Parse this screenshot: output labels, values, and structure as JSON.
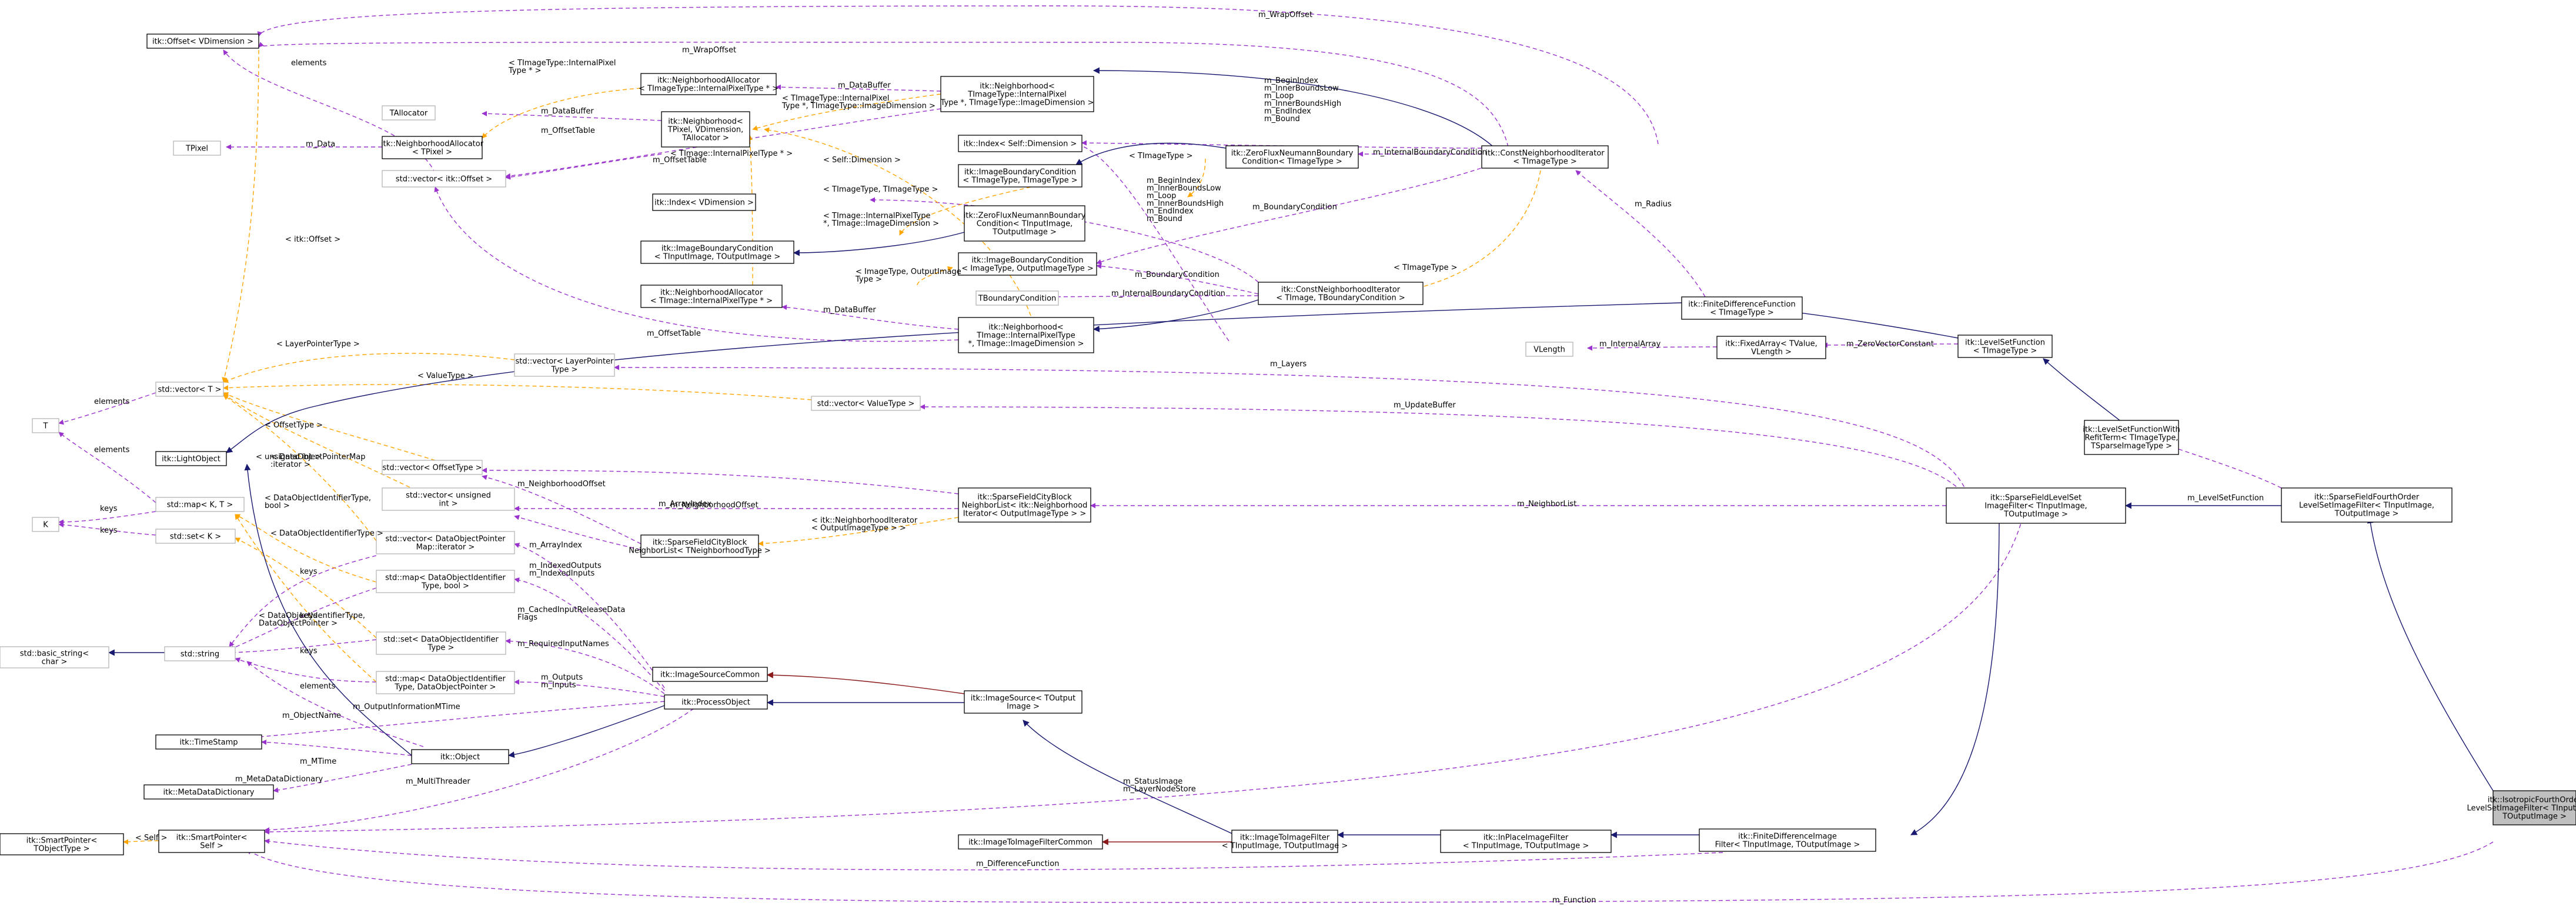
{
  "colors": {
    "uses": "#9a32cd",
    "template": "#ffa500",
    "inherit": "#191970",
    "inherit_private": "#8b1a1a",
    "highlight_fill": "#bfbfbf",
    "ghost_border": "#b5b5b5"
  },
  "nodes": [
    {
      "id": "offsetVDim",
      "lines": [
        "itk::Offset< VDimension >"
      ],
      "style": "normal"
    },
    {
      "id": "tallocator",
      "lines": [
        "TAllocator"
      ],
      "style": "ghost"
    },
    {
      "id": "tpixel",
      "lines": [
        "TPixel"
      ],
      "style": "ghost"
    },
    {
      "id": "neighAllocTPixel",
      "lines": [
        "itk::NeighborhoodAllocator",
        "< TPixel >"
      ],
      "style": "normal"
    },
    {
      "id": "vecOffset",
      "lines": [
        "std::vector< itk::Offset >"
      ],
      "style": "ghost"
    },
    {
      "id": "neighAllocPtr",
      "lines": [
        "itk::NeighborhoodAllocator",
        "< TImageType::InternalPixelType * >"
      ],
      "style": "normal"
    },
    {
      "id": "neighTPixel",
      "lines": [
        "itk::Neighborhood<",
        "TPixel, VDimension,",
        "TAllocator >"
      ],
      "style": "normal"
    },
    {
      "id": "neighImageTop",
      "lines": [
        "itk::Neighborhood<",
        "TImageType::InternalPixel",
        "Type *, TImageType::ImageDimension >"
      ],
      "style": "normal"
    },
    {
      "id": "indexSelfDim",
      "lines": [
        "itk::Index< Self::Dimension >"
      ],
      "style": "normal"
    },
    {
      "id": "indexVDim",
      "lines": [
        "itk::Index< VDimension >"
      ],
      "style": "normal"
    },
    {
      "id": "ibcImageType",
      "lines": [
        "itk::ImageBoundaryCondition",
        "< TImageType, TImageType >"
      ],
      "style": "normal"
    },
    {
      "id": "zfnbcImageType",
      "lines": [
        "itk::ZeroFluxNeumannBoundary",
        "Condition< TImageType >"
      ],
      "style": "normal"
    },
    {
      "id": "constNeighIterImage",
      "lines": [
        "itk::ConstNeighborhoodIterator",
        "< TImageType >"
      ],
      "style": "normal"
    },
    {
      "id": "zfnbcInputOutput",
      "lines": [
        "itk::ZeroFluxNeumannBoundary",
        "Condition< TInputImage,",
        "TOutputImage >"
      ],
      "style": "normal"
    },
    {
      "id": "ibcInputOutput",
      "lines": [
        "itk::ImageBoundaryCondition",
        "< TInputImage, TOutputImage >"
      ],
      "style": "normal"
    },
    {
      "id": "ibcOutput",
      "lines": [
        "itk::ImageBoundaryCondition",
        "< ImageType, OutputImageType >"
      ],
      "style": "normal"
    },
    {
      "id": "neighAllocInternal",
      "lines": [
        "itk::NeighborhoodAllocator",
        "< TImage::InternalPixelType * >"
      ],
      "style": "normal"
    },
    {
      "id": "tboundary",
      "lines": [
        "TBoundaryCondition"
      ],
      "style": "ghost"
    },
    {
      "id": "constNeighIterBoundary",
      "lines": [
        "itk::ConstNeighborhoodIterator",
        "< TImage, TBoundaryCondition >"
      ],
      "style": "normal"
    },
    {
      "id": "neighTImage",
      "lines": [
        "itk::Neighborhood<",
        "TImage::InternalPixelType",
        "*, TImage::ImageDimension >"
      ],
      "style": "normal"
    },
    {
      "id": "finiteDiffFunc",
      "lines": [
        "itk::FiniteDifferenceFunction",
        "< TImageType >"
      ],
      "style": "normal"
    },
    {
      "id": "vlength",
      "lines": [
        "VLength"
      ],
      "style": "ghost"
    },
    {
      "id": "fixedArray",
      "lines": [
        "itk::FixedArray< TValue,",
        "VLength >"
      ],
      "style": "normal"
    },
    {
      "id": "levelSetFunc",
      "lines": [
        "itk::LevelSetFunction",
        "< TImageType >"
      ],
      "style": "normal"
    },
    {
      "id": "vecLayerPointer",
      "lines": [
        "std::vector< LayerPointer",
        "Type >"
      ],
      "style": "ghost"
    },
    {
      "id": "vecT",
      "lines": [
        "std::vector< T >"
      ],
      "style": "ghost"
    },
    {
      "id": "vecValueType",
      "lines": [
        "std::vector< ValueType >"
      ],
      "style": "ghost"
    },
    {
      "id": "tNode",
      "lines": [
        "T"
      ],
      "style": "ghost"
    },
    {
      "id": "lightObject",
      "lines": [
        "itk::LightObject"
      ],
      "style": "normal"
    },
    {
      "id": "vecOffsetType",
      "lines": [
        "std::vector< OffsetType >"
      ],
      "style": "ghost"
    },
    {
      "id": "levelSetRefit",
      "lines": [
        "itk::LevelSetFunctionWith",
        "RefitTerm< TImageType,",
        "TSparseImageType >"
      ],
      "style": "normal"
    },
    {
      "id": "mapKT",
      "lines": [
        "std::map< K, T >"
      ],
      "style": "ghost"
    },
    {
      "id": "vecUnsigned",
      "lines": [
        "std::vector< unsigned",
        "int >"
      ],
      "style": "ghost"
    },
    {
      "id": "sparseCityNeighIter",
      "lines": [
        "itk::SparseFieldCityBlock",
        "NeighborList< itk::Neighborhood",
        "Iterator< OutputImageType > >"
      ],
      "style": "normal"
    },
    {
      "id": "sparseFieldLevelSet",
      "lines": [
        "itk::SparseFieldLevelSet",
        "ImageFilter< TInputImage,",
        "TOutputImage >"
      ],
      "style": "normal"
    },
    {
      "id": "sparseFourthOrder",
      "lines": [
        "itk::SparseFieldFourthOrder",
        "LevelSetImageFilter< TInputImage,",
        "TOutputImage >"
      ],
      "style": "normal"
    },
    {
      "id": "kNode",
      "lines": [
        "K"
      ],
      "style": "ghost"
    },
    {
      "id": "setK",
      "lines": [
        "std::set< K >"
      ],
      "style": "ghost"
    },
    {
      "id": "vecDataObjPtrIter",
      "lines": [
        "std::vector< DataObjectPointer",
        "Map::iterator >"
      ],
      "style": "ghost"
    },
    {
      "id": "sparseCityTNeigh",
      "lines": [
        "itk::SparseFieldCityBlock",
        "NeighborList< TNeighborhoodType >"
      ],
      "style": "normal"
    },
    {
      "id": "mapDataObjBool",
      "lines": [
        "std::map< DataObjectIdentifier",
        "Type, bool >"
      ],
      "style": "ghost"
    },
    {
      "id": "basicString",
      "lines": [
        "std::basic_string<",
        "char >"
      ],
      "style": "ghost"
    },
    {
      "id": "stdString",
      "lines": [
        "std::string"
      ],
      "style": "ghost"
    },
    {
      "id": "setDataObjId",
      "lines": [
        "std::set< DataObjectIdentifier",
        "Type >"
      ],
      "style": "ghost"
    },
    {
      "id": "imageSourceCommon",
      "lines": [
        "itk::ImageSourceCommon"
      ],
      "style": "normal"
    },
    {
      "id": "mapDataObjPtr",
      "lines": [
        "std::map< DataObjectIdentifier",
        "Type, DataObjectPointer >"
      ],
      "style": "ghost"
    },
    {
      "id": "processObject",
      "lines": [
        "itk::ProcessObject"
      ],
      "style": "normal"
    },
    {
      "id": "imageSource",
      "lines": [
        "itk::ImageSource< TOutput",
        "Image >"
      ],
      "style": "normal"
    },
    {
      "id": "timeStamp",
      "lines": [
        "itk::TimeStamp"
      ],
      "style": "normal"
    },
    {
      "id": "itkObject",
      "lines": [
        "itk::Object"
      ],
      "style": "normal"
    },
    {
      "id": "metaDataDict",
      "lines": [
        "itk::MetaDataDictionary"
      ],
      "style": "normal"
    },
    {
      "id": "smartPtrTObject",
      "lines": [
        "itk::SmartPointer<",
        "TObjectType >"
      ],
      "style": "normal"
    },
    {
      "id": "smartPtrSelf",
      "lines": [
        "itk::SmartPointer<",
        "Self >"
      ],
      "style": "normal"
    },
    {
      "id": "imgToImgCommon",
      "lines": [
        "itk::ImageToImageFilterCommon"
      ],
      "style": "normal"
    },
    {
      "id": "imgToImgFilter",
      "lines": [
        "itk::ImageToImageFilter",
        "< TInputImage, TOutputImage >"
      ],
      "style": "normal"
    },
    {
      "id": "inPlaceFilter",
      "lines": [
        "itk::InPlaceImageFilter",
        "< TInputImage, TOutputImage >"
      ],
      "style": "normal"
    },
    {
      "id": "finiteDiffFilter",
      "lines": [
        "itk::FiniteDifferenceImage",
        "Filter< TInputImage, TOutputImage >"
      ],
      "style": "normal"
    },
    {
      "id": "isotropicFourthOrder",
      "lines": [
        "itk::IsotropicFourthOrder",
        "LevelSetImageFilter< TInputImage,",
        "TOutputImage >"
      ],
      "style": "highlight"
    }
  ],
  "edge_labels": [
    {
      "id": "lbl_wrapoffset_top",
      "lines": [
        "m_WrapOffset"
      ]
    },
    {
      "id": "lbl_wrapoffset",
      "lines": [
        "m_WrapOffset"
      ]
    },
    {
      "id": "lbl_elements_offset",
      "lines": [
        "elements"
      ]
    },
    {
      "id": "lbl_timagetype_internal",
      "lines": [
        "< TImageType::InternalPixel",
        "Type * >"
      ]
    },
    {
      "id": "lbl_databuffer_top",
      "lines": [
        "m_DataBuffer"
      ]
    },
    {
      "id": "lbl_databuffer_tpixel",
      "lines": [
        "m_DataBuffer"
      ]
    },
    {
      "id": "lbl_data",
      "lines": [
        "m_Data"
      ]
    },
    {
      "id": "lbl_offsettable_a",
      "lines": [
        "m_OffsetTable"
      ]
    },
    {
      "id": "lbl_offsettable_b",
      "lines": [
        "m_OffsetTable"
      ]
    },
    {
      "id": "lbl_timagetype_dim",
      "lines": [
        "< TImageType::InternalPixel",
        "Type *, TImageType::ImageDimension >"
      ]
    },
    {
      "id": "lbl_timage_internal",
      "lines": [
        "< TImage::InternalPixelType * >"
      ]
    },
    {
      "id": "lbl_self_dimension",
      "lines": [
        "< Self::Dimension >"
      ]
    },
    {
      "id": "lbl_begin_group",
      "lines": [
        "m_BeginIndex",
        "m_InnerBoundsLow",
        "m_Loop",
        "m_InnerBoundsHigh",
        "m_EndIndex",
        "m_Bound"
      ]
    },
    {
      "id": "lbl_internal_bc_top",
      "lines": [
        "m_InternalBoundaryCondition"
      ]
    },
    {
      "id": "lbl_timagetype_pair",
      "lines": [
        "< TImageType, TImageType >"
      ]
    },
    {
      "id": "lbl_timagetype_a",
      "lines": [
        "< TImageType >"
      ]
    },
    {
      "id": "lbl_begin_group_2",
      "lines": [
        "m_BeginIndex",
        "m_InnerBoundsLow",
        "m_Loop",
        "m_InnerBoundsHigh",
        "m_EndIndex",
        "m_Bound"
      ]
    },
    {
      "id": "lbl_boundary_cond_top",
      "lines": [
        "m_BoundaryCondition"
      ]
    },
    {
      "id": "lbl_offset_type",
      "lines": [
        "< itk::Offset >"
      ]
    },
    {
      "id": "lbl_timage_dim",
      "lines": [
        "< TImage::InternalPixelType",
        "*, TImage::ImageDimension >"
      ]
    },
    {
      "id": "lbl_imagetype_output",
      "lines": [
        "< ImageType, OutputImage",
        "Type >"
      ]
    },
    {
      "id": "lbl_boundary_cond",
      "lines": [
        "m_BoundaryCondition"
      ]
    },
    {
      "id": "lbl_timagetype_b",
      "lines": [
        "< TImageType >"
      ]
    },
    {
      "id": "lbl_radius",
      "lines": [
        "m_Radius"
      ]
    },
    {
      "id": "lbl_databuffer_internal",
      "lines": [
        "m_DataBuffer"
      ]
    },
    {
      "id": "lbl_internal_bc",
      "lines": [
        "m_InternalBoundaryCondition"
      ]
    },
    {
      "id": "lbl_offsettable_c",
      "lines": [
        "m_OffsetTable"
      ]
    },
    {
      "id": "lbl_layerpointer",
      "lines": [
        "< LayerPointerType >"
      ]
    },
    {
      "id": "lbl_internal_array",
      "lines": [
        "m_InternalArray"
      ]
    },
    {
      "id": "lbl_zerovector",
      "lines": [
        "m_ZeroVectorConstant"
      ]
    },
    {
      "id": "lbl_layers",
      "lines": [
        "m_Layers"
      ]
    },
    {
      "id": "lbl_valuetype",
      "lines": [
        "< ValueType >"
      ]
    },
    {
      "id": "lbl_elements_t",
      "lines": [
        "elements"
      ]
    },
    {
      "id": "lbl_offsettype",
      "lines": [
        "< OffsetType >"
      ]
    },
    {
      "id": "lbl_updatebuffer",
      "lines": [
        "m_UpdateBuffer"
      ]
    },
    {
      "id": "lbl_unsigned",
      "lines": [
        "< unsigned int >"
      ]
    },
    {
      "id": "lbl_dataobjptrmap",
      "lines": [
        "< DataObjectPointerMap",
        ":iterator >"
      ]
    },
    {
      "id": "lbl_elements_map",
      "lines": [
        "elements"
      ]
    },
    {
      "id": "lbl_neighborhoodoffset",
      "lines": [
        "m_NeighborhoodOffset"
      ]
    },
    {
      "id": "lbl_neighborhoodoffset_2",
      "lines": [
        "m_NeighborhoodOffset"
      ]
    },
    {
      "id": "lbl_dataobjid_bool",
      "lines": [
        "< DataObjectIdentifierType,",
        "bool >"
      ]
    },
    {
      "id": "lbl_arrayindex",
      "lines": [
        "m_ArrayIndex"
      ]
    },
    {
      "id": "lbl_neighborlist",
      "lines": [
        "m_NeighborList"
      ]
    },
    {
      "id": "lbl_levelsetfunction",
      "lines": [
        "m_LevelSetFunction"
      ]
    },
    {
      "id": "lbl_keys_map",
      "lines": [
        "keys"
      ]
    },
    {
      "id": "lbl_keys_set",
      "lines": [
        "keys"
      ]
    },
    {
      "id": "lbl_neigh_iter",
      "lines": [
        "< itk::NeighborhoodIterator",
        "< OutputImageType > >"
      ]
    },
    {
      "id": "lbl_dataobjid",
      "lines": [
        "< DataObjectIdentifierType >"
      ]
    },
    {
      "id": "lbl_arrayindex_2",
      "lines": [
        "m_ArrayIndex"
      ]
    },
    {
      "id": "lbl_keys_a",
      "lines": [
        "keys"
      ]
    },
    {
      "id": "lbl_indexed",
      "lines": [
        "m_IndexedOutputs",
        "m_IndexedInputs"
      ]
    },
    {
      "id": "lbl_dataobjid_ptr",
      "lines": [
        "< DataObjectIdentifierType,",
        "DataObjectPointer >"
      ]
    },
    {
      "id": "lbl_cached",
      "lines": [
        "m_CachedInputReleaseData",
        "Flags"
      ]
    },
    {
      "id": "lbl_keys_b",
      "lines": [
        "keys"
      ]
    },
    {
      "id": "lbl_required_input",
      "lines": [
        "m_RequiredInputNames"
      ]
    },
    {
      "id": "lbl_keys_c",
      "lines": [
        "keys"
      ]
    },
    {
      "id": "lbl_elements_str",
      "lines": [
        "elements"
      ]
    },
    {
      "id": "lbl_outputs_inputs",
      "lines": [
        "m_Outputs",
        "m_Inputs"
      ]
    },
    {
      "id": "lbl_objectname",
      "lines": [
        "m_ObjectName"
      ]
    },
    {
      "id": "lbl_output_mtime",
      "lines": [
        "m_OutputInformationMTime"
      ]
    },
    {
      "id": "lbl_mtime",
      "lines": [
        "m_MTime"
      ]
    },
    {
      "id": "lbl_metadata",
      "lines": [
        "m_MetaDataDictionary"
      ]
    },
    {
      "id": "lbl_multithreader",
      "lines": [
        "m_MultiThreader"
      ]
    },
    {
      "id": "lbl_statusimage",
      "lines": [
        "m_StatusImage",
        "m_LayerNodeStore"
      ]
    },
    {
      "id": "lbl_self",
      "lines": [
        "< Self >"
      ]
    },
    {
      "id": "lbl_difference",
      "lines": [
        "m_DifferenceFunction"
      ]
    },
    {
      "id": "lbl_function",
      "lines": [
        "m_Function"
      ]
    }
  ]
}
